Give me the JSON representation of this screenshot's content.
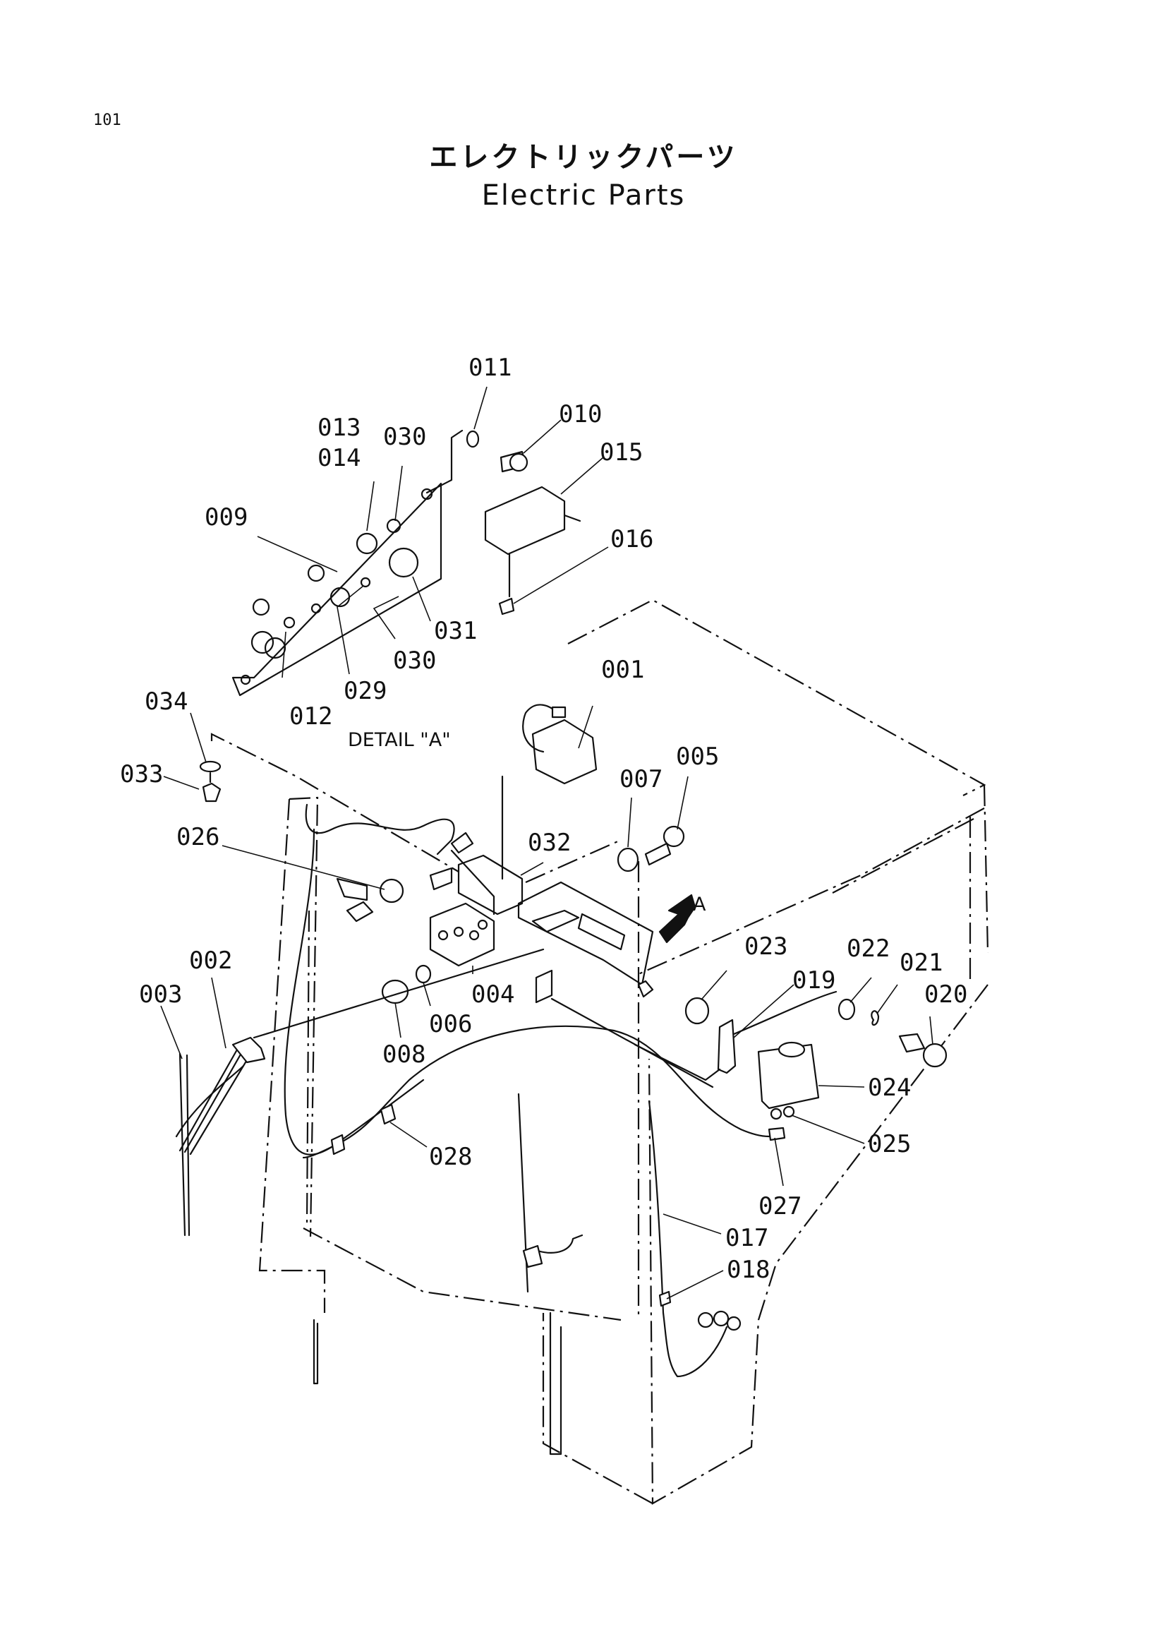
{
  "page_number": "101",
  "title_jp": "エレクトリックパーツ",
  "title_en": "Electric Parts",
  "detail_label": "DETAIL \"A\"",
  "view_marker": "A",
  "callouts": [
    {
      "id": "011",
      "text": "011"
    },
    {
      "id": "010",
      "text": "010"
    },
    {
      "id": "015",
      "text": "015"
    },
    {
      "id": "013",
      "text": "013"
    },
    {
      "id": "014",
      "text": "014"
    },
    {
      "id": "030a",
      "text": "030"
    },
    {
      "id": "009",
      "text": "009"
    },
    {
      "id": "016",
      "text": "016"
    },
    {
      "id": "031",
      "text": "031"
    },
    {
      "id": "030b",
      "text": "030"
    },
    {
      "id": "029",
      "text": "029"
    },
    {
      "id": "012",
      "text": "012"
    },
    {
      "id": "001",
      "text": "001"
    },
    {
      "id": "034",
      "text": "034"
    },
    {
      "id": "033",
      "text": "033"
    },
    {
      "id": "005",
      "text": "005"
    },
    {
      "id": "007",
      "text": "007"
    },
    {
      "id": "032",
      "text": "032"
    },
    {
      "id": "026",
      "text": "026"
    },
    {
      "id": "023",
      "text": "023"
    },
    {
      "id": "022",
      "text": "022"
    },
    {
      "id": "021",
      "text": "021"
    },
    {
      "id": "002",
      "text": "002"
    },
    {
      "id": "019",
      "text": "019"
    },
    {
      "id": "020",
      "text": "020"
    },
    {
      "id": "003",
      "text": "003"
    },
    {
      "id": "004",
      "text": "004"
    },
    {
      "id": "006",
      "text": "006"
    },
    {
      "id": "008",
      "text": "008"
    },
    {
      "id": "024",
      "text": "024"
    },
    {
      "id": "025",
      "text": "025"
    },
    {
      "id": "028",
      "text": "028"
    },
    {
      "id": "027",
      "text": "027"
    },
    {
      "id": "017",
      "text": "017"
    },
    {
      "id": "018",
      "text": "018"
    }
  ]
}
